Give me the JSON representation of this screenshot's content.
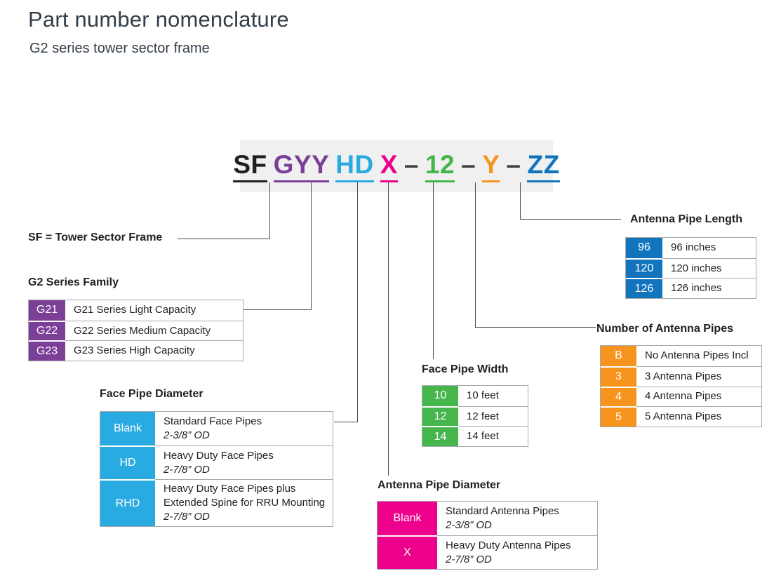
{
  "header": {
    "title": "Part number nomenclature",
    "subtitle": "G2 series tower sector frame"
  },
  "part_number": {
    "segments": [
      {
        "text": "SF",
        "meaning": "Tower Sector Frame",
        "color": "#231F20"
      },
      {
        "text": "GYY",
        "meaning": "G2 Series Family",
        "color": "#7B3F98"
      },
      {
        "text": "HD",
        "meaning": "Face Pipe Diameter",
        "color": "#29ABE2"
      },
      {
        "text": "X",
        "meaning": "Antenna Pipe Diameter",
        "color": "#EC008C"
      },
      {
        "text": "–"
      },
      {
        "text": "12",
        "meaning": "Face Pipe Width",
        "color": "#45B64C"
      },
      {
        "text": "–"
      },
      {
        "text": "Y",
        "meaning": "Number of Antenna Pipes",
        "color": "#F7941E"
      },
      {
        "text": "–"
      },
      {
        "text": "ZZ",
        "meaning": "Antenna Pipe Length",
        "color": "#1274BC"
      }
    ]
  },
  "sf_callout": "SF = Tower Sector Frame",
  "tables": {
    "family": {
      "title": "G2 Series Family",
      "color": "#7B3F98",
      "rows": [
        {
          "code": "G21",
          "desc": "G21 Series Light Capacity"
        },
        {
          "code": "G22",
          "desc": "G22 Series Medium Capacity"
        },
        {
          "code": "G23",
          "desc": "G23 Series High Capacity"
        }
      ]
    },
    "face_pipe_diameter": {
      "title": "Face Pipe Diameter",
      "color": "#29ABE2",
      "rows": [
        {
          "code": "Blank",
          "desc": "Standard Face Pipes",
          "note": "2-3/8” OD"
        },
        {
          "code": "HD",
          "desc": "Heavy Duty Face Pipes",
          "note": "2-7/8” OD"
        },
        {
          "code": "RHD",
          "desc": "Heavy Duty Face Pipes plus Extended Spine for RRU Mounting",
          "note": "2-7/8” OD"
        }
      ]
    },
    "face_pipe_width": {
      "title": "Face Pipe Width",
      "color": "#45B64C",
      "rows": [
        {
          "code": "10",
          "desc": "10 feet"
        },
        {
          "code": "12",
          "desc": "12 feet"
        },
        {
          "code": "14",
          "desc": "14 feet"
        }
      ]
    },
    "antenna_pipe_diameter": {
      "title": "Antenna Pipe Diameter",
      "color": "#EC008C",
      "rows": [
        {
          "code": "Blank",
          "desc": "Standard Antenna Pipes",
          "note": "2-3/8” OD"
        },
        {
          "code": "X",
          "desc": "Heavy Duty Antenna Pipes",
          "note": "2-7/8” OD"
        }
      ]
    },
    "number_of_antenna_pipes": {
      "title": "Number of Antenna Pipes",
      "color": "#F7941E",
      "rows": [
        {
          "code": "B",
          "desc": "No Antenna Pipes Incl"
        },
        {
          "code": "3",
          "desc": "3 Antenna Pipes"
        },
        {
          "code": "4",
          "desc": "4 Antenna Pipes"
        },
        {
          "code": "5",
          "desc": "5 Antenna Pipes"
        }
      ]
    },
    "antenna_pipe_length": {
      "title": "Antenna Pipe Length",
      "color": "#1274BC",
      "rows": [
        {
          "code": "96",
          "desc": "96 inches"
        },
        {
          "code": "120",
          "desc": "120 inches"
        },
        {
          "code": "126",
          "desc": "126 inches"
        }
      ]
    }
  }
}
